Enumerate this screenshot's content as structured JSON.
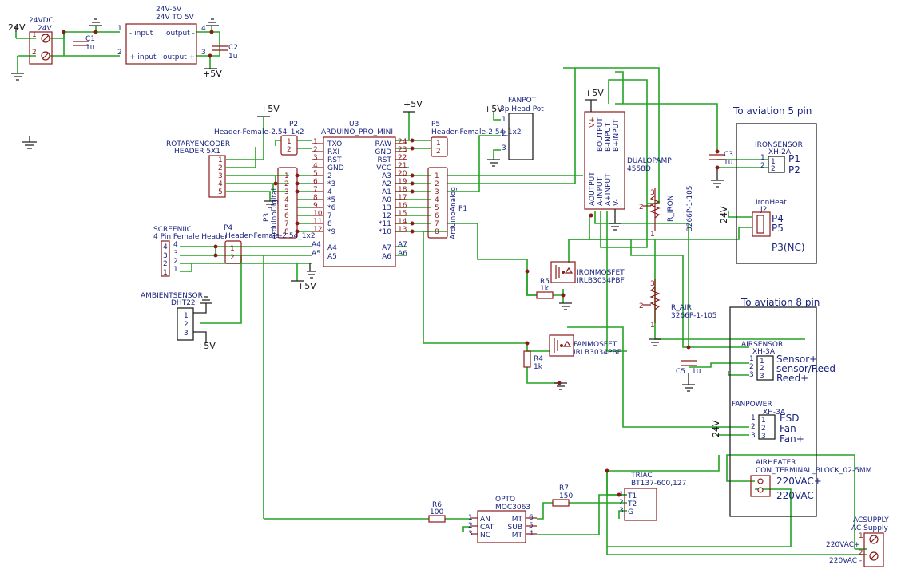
{
  "labels": {
    "v24_in": "24V",
    "vdc24": "24VDC",
    "vdc24_b": "24V",
    "c1": "C1",
    "c1_val": "1u",
    "conv_name": "24V-5V",
    "conv_val": "24V TO 5V",
    "conv_in_neg": "- input",
    "conv_in_pos": "+ input",
    "conv_out_neg": "output -",
    "conv_out_pos": "output +",
    "c2": "C2",
    "c2_val": "1u",
    "p5v_conv": "+5V",
    "rotary_name": "ROTARYENCODER",
    "rotary_val": "HEADER 5X1",
    "p2_name": "P2",
    "p2_val": "Header-Female-2.54_1x2",
    "u3_name": "U3",
    "u3_val": "ARDUINO_PRO_MINI",
    "p5_name": "P5",
    "p5_val": "Header-Female-2.54_1x2",
    "fanpot_name": "FANPOT",
    "fanpot_val": "3p Head Pot",
    "p3_name": "P3",
    "p3_val": "ArduinoDigital",
    "p1_name": "P1",
    "p1_val": "ArduinoAnalog",
    "screen_name": "SCREENIIC",
    "screen_val": "4 Pin Female Header",
    "p4_name": "P4",
    "p4_val": "Header-Female-2.54_1x2",
    "ambient_name": "AMBIENTSENSOR",
    "ambient_val": "DHT22",
    "dualop_name": "DUALOPAMP",
    "dualop_val": "4558D",
    "op_vplus": "V+",
    "op_bout": "BOUTPUT",
    "op_bin_neg": "B-INPUT",
    "op_bin_pos": "B+INPUT",
    "op_aout": "AOUTPUT",
    "op_ain_neg": "A-INPUT",
    "op_ain_pos": "A+INPUT",
    "op_vminus": "V-",
    "riron_name": "R_IRON",
    "riron_val": "3266P-1-105",
    "rair_name": "R_AIR",
    "rair_val": "3266P-1-105",
    "ironmos_name": "IRONMOSFET",
    "ironmos_val": "IRLB3034PBF",
    "fanmos_name": "FANMOSFET",
    "fanmos_val": "IRLB3034PBF",
    "r5_name": "R5",
    "r5_val": "1k",
    "r4_name": "R4",
    "r4_val": "1k",
    "r6_name": "R6",
    "r6_val": "100",
    "r7_name": "R7",
    "r7_val": "150",
    "opto_name": "OPTO",
    "opto_val": "MOC3063",
    "triac_name": "TRIAC",
    "triac_val": "BT137-600,127",
    "aviation5": "To aviation 5 pin",
    "aviation8": "To aviation 8 pin",
    "ironsensor_name": "IRONSENSOR",
    "ironsensor_val": "XH-2A",
    "c3": "C3",
    "c3_val": "1u",
    "p1_label": "P1",
    "p2_label": "P2",
    "ironheat": "IronHeat",
    "j2": "J2",
    "p4_label": "P4",
    "p5_label": "P5",
    "p3nc": "P3(NC)",
    "v24_iron": "24V",
    "airsensor_name": "AIRSENSOR",
    "airsensor_val": "XH-3A",
    "sensor_plus": "Sensor+",
    "sensor_reed_minus": "sensor/Reed-",
    "reed_plus": "Reed+",
    "c5": "C5",
    "c5_val": "1u",
    "fanpower_name": "FANPOWER",
    "fanpower_val": "XH-3A",
    "esd": "ESD",
    "fan_minus": "Fan-",
    "fan_plus": "Fan+",
    "v24_fan": "24V",
    "airheater_name": "AIRHEATER",
    "airheater_val": "CON_TERMINAL_BLOCK_02-5MM",
    "ac220_plus": "220VAC+",
    "ac220_minus": "220VAC-",
    "acsupply_name": "ACSUPPLY",
    "acsupply_val": "AC Supply",
    "ac_in_plus": "220VAC+",
    "ac_in_minus": "220VAC -",
    "p5v_a": "+5V",
    "p5v_b": "+5V",
    "p5v_c": "+5V",
    "p5v_d": "+5V",
    "p5v_e": "+5V",
    "p5v_f": "+5V"
  },
  "pins": {
    "u3_left": [
      "TXO",
      "RXI",
      "RST",
      "GND",
      "2",
      "*3",
      "4",
      "*5",
      "*6",
      "7",
      "8",
      "*9"
    ],
    "u3_left_num": [
      "1",
      "2",
      "3",
      "4",
      "5",
      "6",
      "7",
      "8",
      "9",
      "10",
      "11",
      "12"
    ],
    "u3_right": [
      "RAW",
      "GND",
      "RST",
      "VCC",
      "A3",
      "A2",
      "A1",
      "A0",
      "13",
      "12",
      "*11",
      "*10"
    ],
    "u3_right_num": [
      "24",
      "23",
      "22",
      "21",
      "20",
      "19",
      "18",
      "17",
      "16",
      "15",
      "14",
      "13"
    ],
    "u3_a_left": [
      "A4",
      "A5"
    ],
    "u3_a_right": [
      "A7",
      "A6"
    ],
    "header8": [
      "1",
      "2",
      "3",
      "4",
      "5",
      "6",
      "7",
      "8"
    ],
    "opto_left": [
      "AN",
      "CAT",
      "NC"
    ],
    "opto_right": [
      "MT",
      "SUB",
      "MT"
    ],
    "opto_lnum": [
      "1",
      "2",
      "3"
    ],
    "opto_rnum": [
      "6",
      "5",
      "4"
    ],
    "triac_pins": [
      "T1",
      "T2",
      "G"
    ],
    "triac_num": [
      "1",
      "2",
      "3"
    ]
  }
}
